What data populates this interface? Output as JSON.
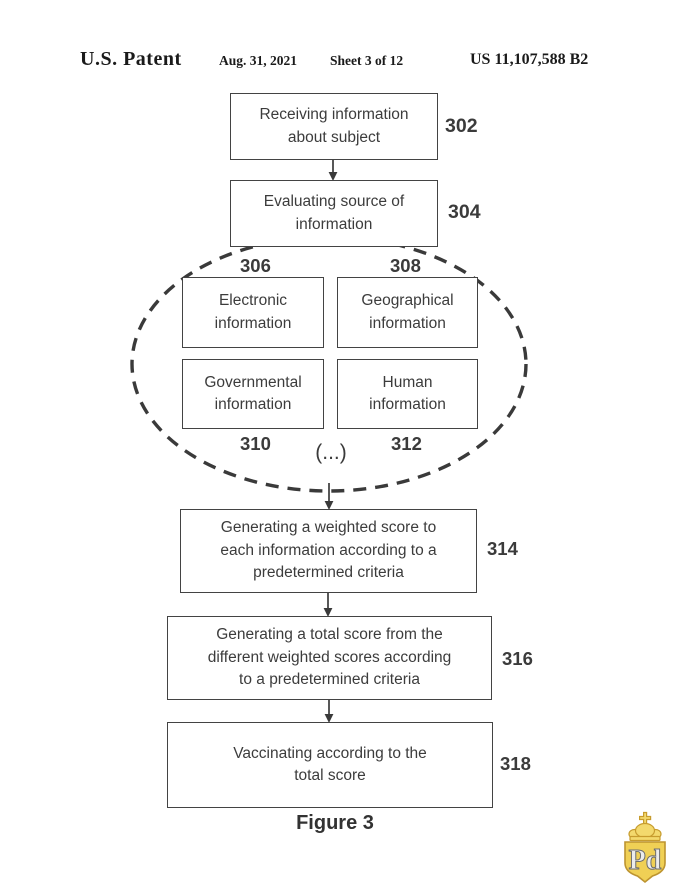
{
  "header": {
    "patent_label": "U.S. Patent",
    "date": "Aug. 31, 2021",
    "sheet": "Sheet 3 of 12",
    "patent_number": "US 11,107,588 B2"
  },
  "diagram": {
    "nodes": [
      {
        "ref": "302",
        "text": "Receiving information\nabout subject"
      },
      {
        "ref": "304",
        "text": "Evaluating source of\ninformation"
      },
      {
        "ref": "306",
        "text": "Electronic\ninformation"
      },
      {
        "ref": "308",
        "text": "Geographical\ninformation"
      },
      {
        "ref": "310",
        "text": "Governmental\ninformation"
      },
      {
        "ref": "312",
        "text": "Human\ninformation"
      },
      {
        "ref": "314",
        "text": "Generating a weighted score to\neach information according to a\npredetermined criteria"
      },
      {
        "ref": "316",
        "text": "Generating a total score from the\ndifferent weighted scores according\nto a predetermined criteria"
      },
      {
        "ref": "318",
        "text": "Vaccinating according to the\ntotal score"
      }
    ],
    "ellipsis_text": "(...)",
    "caption": "Figure 3",
    "line_color": "#3a3a3a"
  },
  "watermark": {
    "icon": "gold-crest-crown-shield-logo",
    "monogram": "Pd",
    "colors": {
      "gold": "#f0d055",
      "gold_edge": "#bd9430",
      "letters": "#ececec"
    }
  }
}
